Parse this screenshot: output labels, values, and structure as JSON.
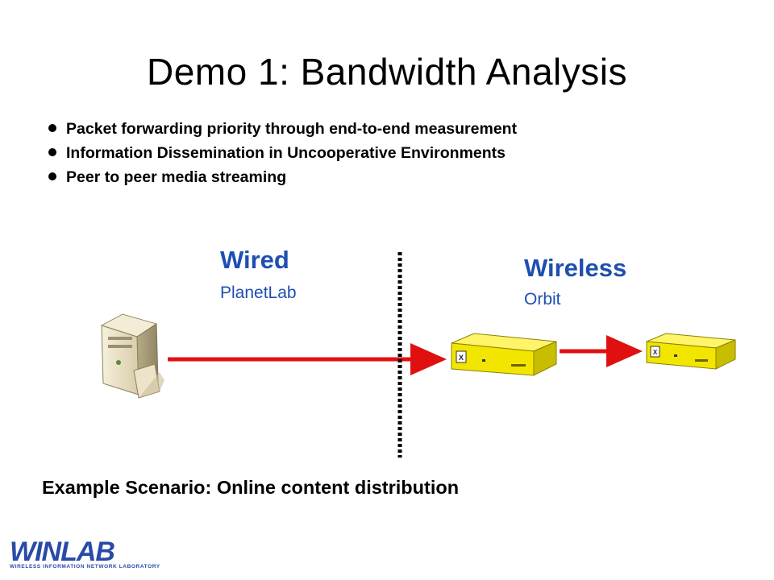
{
  "title": "Demo 1: Bandwidth Analysis",
  "bullets": [
    "Packet forwarding priority through end-to-end measurement",
    "Information Dissemination in Uncooperative Environments",
    "Peer to peer media streaming"
  ],
  "wired": {
    "heading": "Wired",
    "subtitle": "PlanetLab"
  },
  "wireless": {
    "heading": "Wireless",
    "subtitle": "Orbit"
  },
  "scenario": "Example Scenario: Online content distribution",
  "logo": {
    "text": "WINLAB",
    "tagline": "WIRELESS INFORMATION NETWORK LABORATORY"
  },
  "colors": {
    "label": "#1f4fb0",
    "arrow": "#e01010",
    "node": "#f2e600",
    "server": "#e7dcc0"
  },
  "icons": [
    "server-icon",
    "orbit-node-icon"
  ]
}
